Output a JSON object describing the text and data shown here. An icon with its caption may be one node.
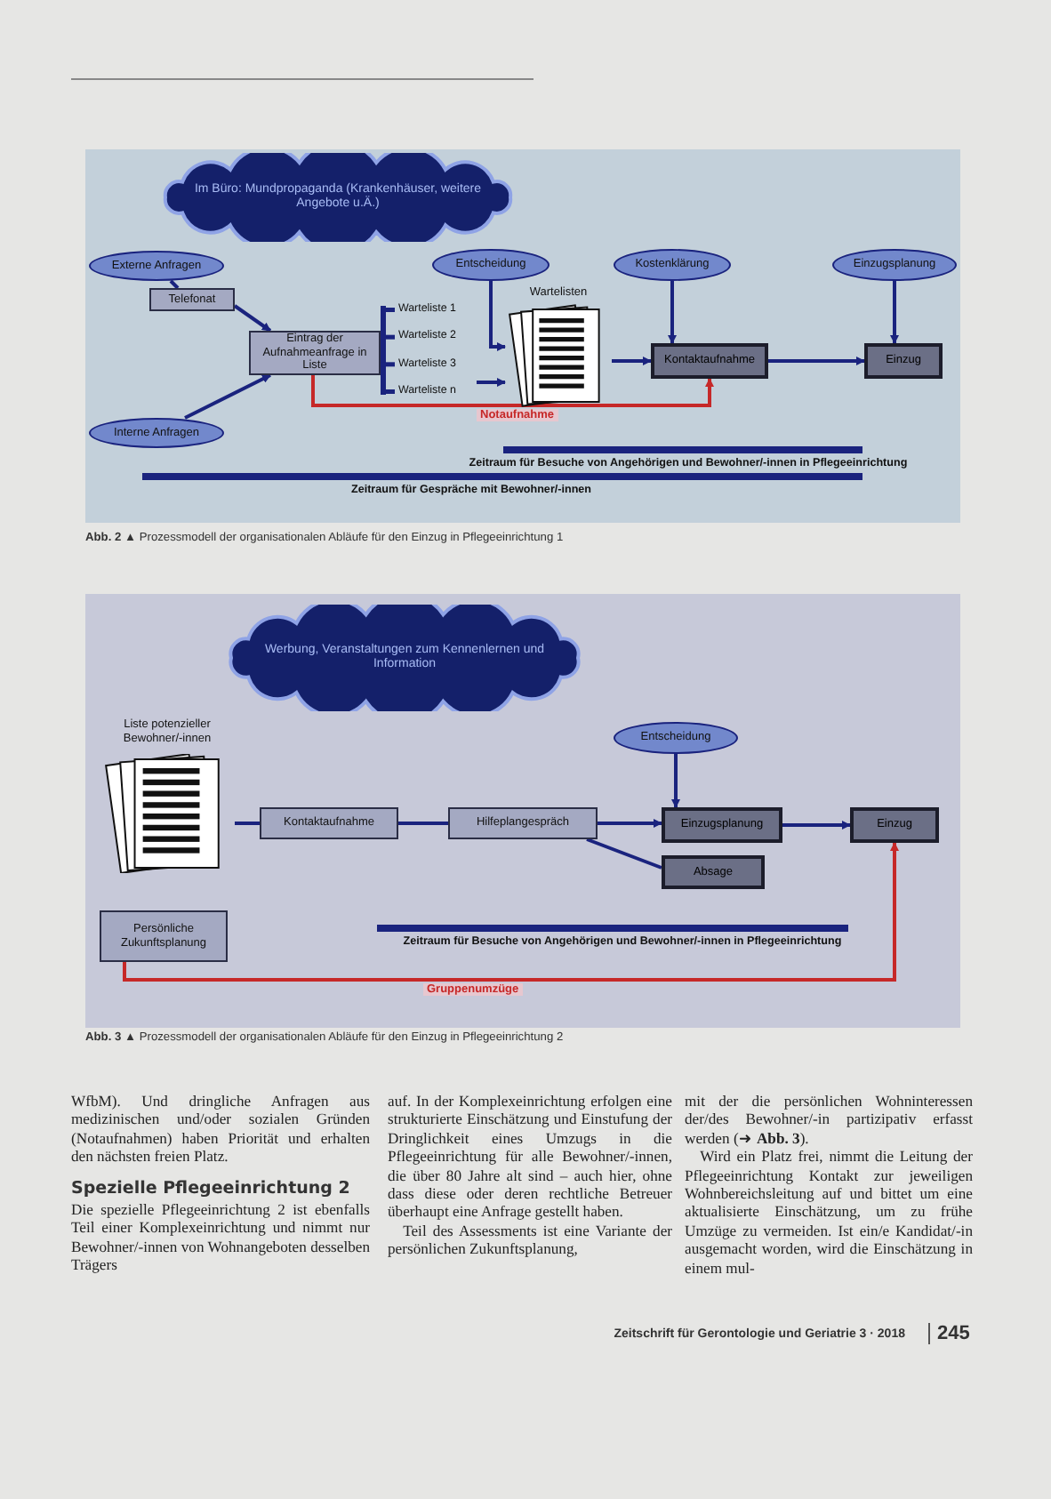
{
  "diagram": {
    "nodes": [
      {
        "text": [
          "Im Büro: Mundpropaganda (Krankenhäuser, weitere Angebote u.Ä.)"
        ]
      },
      {
        "text": [
          "Externe Anfragen"
        ]
      },
      {
        "text": [
          "Telefonat"
        ]
      },
      {
        "text": [
          "Eintrag der Aufnahmeanfrage in Liste"
        ]
      },
      {
        "text": [
          "Interne Anfragen"
        ]
      },
      {
        "text": [
          "Warteliste 1",
          "Warteliste 2",
          "Warteliste 3",
          "Warteliste n"
        ]
      },
      {
        "text": [
          "Wartelisten"
        ]
      },
      {
        "text": [
          "Entscheidung"
        ]
      },
      {
        "text": [
          "Kostenklärung"
        ]
      },
      {
        "text": [
          "Einzugsplanung"
        ]
      },
      {
        "text": [
          "Kontaktaufnahme"
        ]
      },
      {
        "text": [
          "Einzug"
        ]
      },
      {
        "text": [
          "Werbung, Veranstaltungen zum Kennenlernen und Information"
        ]
      },
      {
        "text": [
          "Liste potenzieller Bewohner/-innen"
        ]
      },
      {
        "text": [
          "Kontaktaufnahme"
        ]
      },
      {
        "text": [
          "Hilfeplangespräch"
        ]
      },
      {
        "text": [
          "Entscheidung"
        ]
      },
      {
        "text": [
          "Einzugsplanung"
        ]
      },
      {
        "text": [
          "Absage"
        ]
      },
      {
        "text": [
          "Einzug"
        ]
      },
      {
        "text": [
          "Persönliche Zukunftsplanung"
        ]
      }
    ],
    "edges": [
      {
        "from": 2,
        "to": 1,
        "arrow": "none"
      },
      {
        "from": 2,
        "to": 3,
        "arrow": "to"
      },
      {
        "from": 4,
        "to": 3,
        "arrow": "to"
      },
      {
        "from": 5,
        "to": 6,
        "arrow": "to"
      },
      {
        "from": 7,
        "to": 6,
        "arrow": "to"
      },
      {
        "from": 6,
        "to": 10,
        "arrow": "to"
      },
      {
        "from": 8,
        "to": 10,
        "arrow": "to"
      },
      {
        "from": 10,
        "to": 11,
        "arrow": "to"
      },
      {
        "from": 9,
        "to": 11,
        "arrow": "to"
      },
      {
        "from": 3,
        "to": 10,
        "arrow": "to",
        "label": "Notaufnahme",
        "color": "#c62828"
      },
      {
        "from": 13,
        "to": 14,
        "arrow": "none"
      },
      {
        "from": 14,
        "to": 15,
        "arrow": "none"
      },
      {
        "from": 15,
        "to": 17,
        "arrow": "to"
      },
      {
        "from": 16,
        "to": 17,
        "arrow": "to"
      },
      {
        "from": 15,
        "to": 18,
        "arrow": "none"
      },
      {
        "from": 17,
        "to": 19,
        "arrow": "to"
      },
      {
        "from": 20,
        "to": 19,
        "arrow": "to",
        "label": "Gruppenumzüge",
        "color": "#c62828"
      }
    ],
    "labels": [
      "Zeitraum für Besuche von Angehörigen und Bewohner/-innen in Pflegeeinrichtung",
      "Zeitraum für Gespräche mit Bewohner/-innen",
      "**Abb. 2 ▲** Prozessmodell der organisationalen Abläufe für den Einzug in Pflegeeinrichtung 1",
      "Zeitraum für Besuche von Angehörigen und Bewohner/-innen in Pflegeeinrichtung",
      "**Abb. 3 ▲** Prozessmodell der organisationalen Abläufe für den Einzug in Pflegeeinrichtung 2",
      "WfbM). Und dringliche Anfragen aus medizinischen und/oder sozialen Gründen (Notaufnahmen) haben Priorität und erhalten den nächsten freien Platz.",
      "Spezielle Pflegeeinrichtung 2",
      "Die spezielle Pflegeeinrichtung 2 ist ebenfalls Teil einer Komplexeinrichtung und nimmt nur Bewohner/-innen von Wohnangeboten desselben Trägers",
      "auf. In der Komplexeinrichtung erfolgen eine strukturierte Einschätzung und Einstufung der Dringlichkeit eines Umzugs in die Pflegeeinrichtung für alle Bewohner/-innen, die über 80 Jahre alt sind – auch hier, ohne dass diese oder deren rechtliche Betreuer überhaupt eine Anfrage gestellt haben.",
      "Teil des Assessments ist eine Variante der persönlichen Zukunftsplanung,",
      "mit der die persönlichen Wohninteressen der/des Bewohner/-in partizipativ erfasst werden (➜ **Abb. 3**).",
      "Wird ein Platz frei, nimmt die Leitung der Pflegeeinrichtung Kontakt zur jeweiligen Wohnbereichsleitung auf und bittet um eine aktualisierte Einschätzung, um zu frühe Umzüge zu vermeiden. Ist ein/e Kandidat/-in ausgemacht worden, wird die Einschätzung in einem mul-",
      "Zeitschrift für Gerontologie und Geriatrie 3 · 2018",
      "245"
    ]
  }
}
